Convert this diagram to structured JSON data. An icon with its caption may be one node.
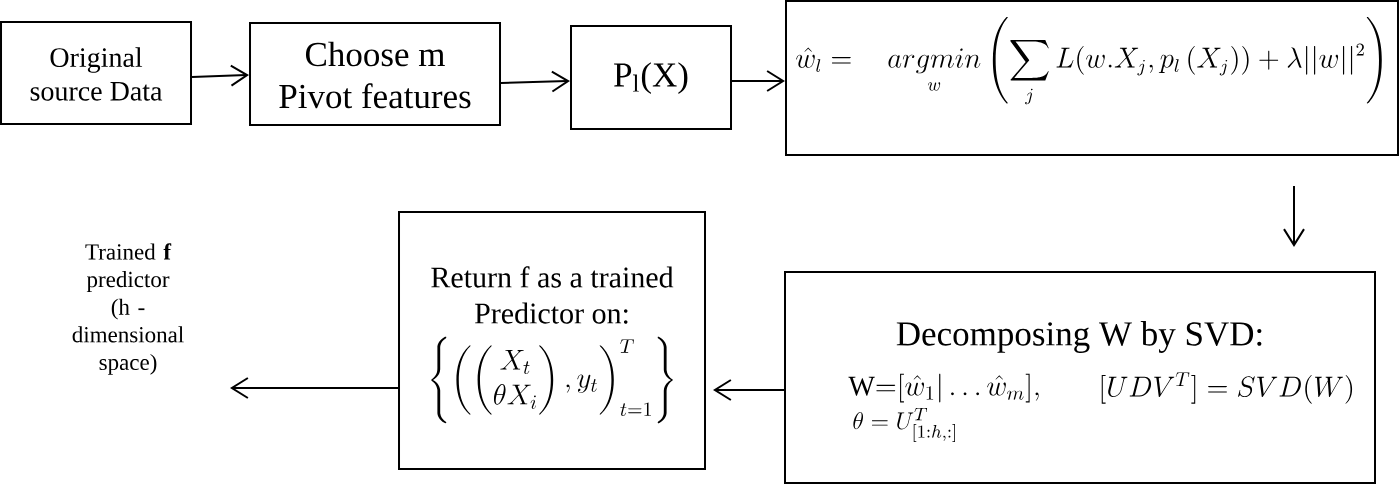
{
  "diagram": {
    "nodes": [
      {
        "text": [
          "Original source Data"
        ]
      },
      {
        "text": [
          "Choose m Pivot features"
        ]
      },
      {
        "text": [
          "P$_{l}$(X)"
        ]
      },
      {
        "text": [
          "\\hat{w}_l = \\quad \\underset{w}{argmin}\\left(\\sum_{j} L(w.X_j, p_l\\,(X_j)) + \\lambda||w||^2\\right)"
        ]
      },
      {
        "text": [
          "Decomposing W by SVD:",
          "\\mathrm{W}{=}[\\hat{w}_1|\\ldots\\hat{w}_m],",
          "[UDV^T] = SVD(W)",
          "\\theta = U^T_{[1:h,:]}"
        ]
      },
      {
        "text": [
          "Return f as a trained Predictor on:",
          "\\left\\{\\left(\\begin{pmatrix}X_t\\\\ \\theta X_i\\end{pmatrix}, y_t\\right)^T_{t=1}\\right\\}"
        ]
      },
      {
        "text": [
          "Trained **f** predictor (h - dimensional space)"
        ]
      }
    ],
    "edges": [
      {
        "from": 0,
        "to": 1,
        "arrow": "to"
      },
      {
        "from": 1,
        "to": 2,
        "arrow": "to"
      },
      {
        "from": 2,
        "to": 3,
        "arrow": "to"
      },
      {
        "from": 3,
        "to": 4,
        "arrow": "to"
      },
      {
        "from": 4,
        "to": 5,
        "arrow": "to"
      },
      {
        "from": 5,
        "to": 6,
        "arrow": "to"
      }
    ]
  }
}
